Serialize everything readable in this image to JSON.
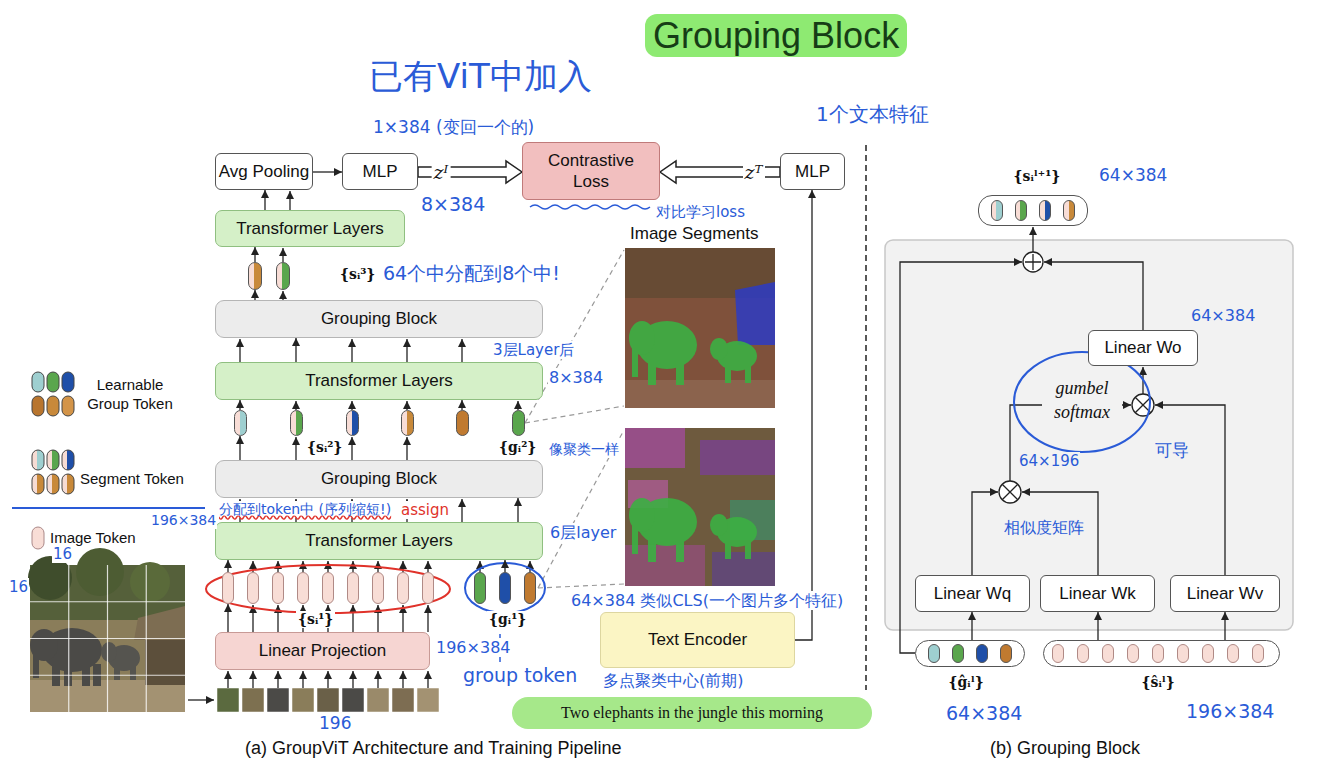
{
  "diagram": {
    "nodes": [
      {
        "text": [
          "Avg Pooling"
        ]
      },
      {
        "text": [
          "MLP"
        ]
      },
      {
        "text": [
          "Contrastive Loss"
        ]
      },
      {
        "text": [
          "MLP"
        ]
      },
      {
        "text": [
          "{sᵢˡ⁺¹}"
        ]
      },
      {
        "text": [
          "Transformer Layers"
        ]
      },
      {
        "text": [
          "{sᵢ³}"
        ]
      },
      {
        "text": [
          "Grouping Block"
        ]
      },
      {
        "text": [
          "Linear Wo"
        ]
      },
      {
        "text": [
          "Transformer Layers"
        ]
      },
      {
        "text": [
          "{sᵢ²}"
        ]
      },
      {
        "text": [
          "{gᵢ²}"
        ]
      },
      {
        "text": [
          "Grouping Block"
        ]
      },
      {
        "text": [
          "Transformer Layers"
        ]
      },
      {
        "text": [
          "{sᵢ¹}"
        ]
      },
      {
        "text": [
          "{gᵢ¹}"
        ]
      },
      {
        "text": [
          "Linear Wq"
        ]
      },
      {
        "text": [
          "Linear Wk"
        ]
      },
      {
        "text": [
          "Linear Wv"
        ]
      },
      {
        "text": [
          "Text Encoder"
        ]
      },
      {
        "text": [
          "{ĝᵢˡ}"
        ]
      },
      {
        "text": [
          "{ŝᵢˡ}"
        ]
      },
      {
        "text": [
          "Linear Projection"
        ]
      },
      {
        "text": [
          "Two elephants in the jungle this morning"
        ]
      }
    ],
    "edges": [
      {
        "from": 22,
        "to": 14,
        "arrow": "to"
      },
      {
        "from": 14,
        "to": 13,
        "arrow": "to"
      },
      {
        "from": 15,
        "to": 13,
        "arrow": "to"
      },
      {
        "from": 13,
        "to": 12,
        "arrow": "to"
      },
      {
        "from": 12,
        "to": 10,
        "arrow": "to"
      },
      {
        "from": 10,
        "to": 9,
        "arrow": "to"
      },
      {
        "from": 11,
        "to": 9,
        "arrow": "to"
      },
      {
        "from": 9,
        "to": 7,
        "arrow": "to"
      },
      {
        "from": 7,
        "to": 6,
        "arrow": "to"
      },
      {
        "from": 6,
        "to": 5,
        "arrow": "to"
      },
      {
        "from": 5,
        "to": 0,
        "arrow": "to"
      },
      {
        "from": 0,
        "to": 1,
        "arrow": "to"
      },
      {
        "from": 1,
        "to": 2,
        "arrow": "to",
        "label": "zᴵ"
      },
      {
        "from": 3,
        "to": 2,
        "arrow": "to",
        "label": "zᵀ"
      },
      {
        "from": 19,
        "to": 3,
        "arrow": "to"
      },
      {
        "from": 20,
        "to": 16,
        "arrow": "to"
      },
      {
        "from": 21,
        "to": 17,
        "arrow": "to"
      },
      {
        "from": 21,
        "to": 18,
        "arrow": "to"
      }
    ],
    "labels": [
      "Grouping Block",
      "已有ViT中加入",
      "1×384 (变回一个的)",
      "1个文本特征",
      "8×384",
      "对比学习loss",
      "Image Segments",
      "64个中分配到8个中!",
      "3层Layer后",
      "8×384",
      "分配到token中 (序列缩短!)",
      "像聚类一样",
      "assign",
      "196×384",
      "6层layer",
      "16",
      "16",
      "196×384",
      "196",
      "64×384 类似CLS(一个图片多个特征)",
      "group token",
      "多点聚类中心(前期)",
      "gumbel softmax",
      "64×384",
      "64×384",
      "64×196",
      "可导",
      "相似度矩阵",
      "64×384",
      "196×384",
      "(a) GroupViT Architecture and Training Pipeline",
      "(b) Grouping Block"
    ],
    "legend": [
      {
        "text": "Learnable Group Token"
      },
      {
        "text": "Segment Token"
      },
      {
        "text": "Image Token"
      }
    ]
  }
}
